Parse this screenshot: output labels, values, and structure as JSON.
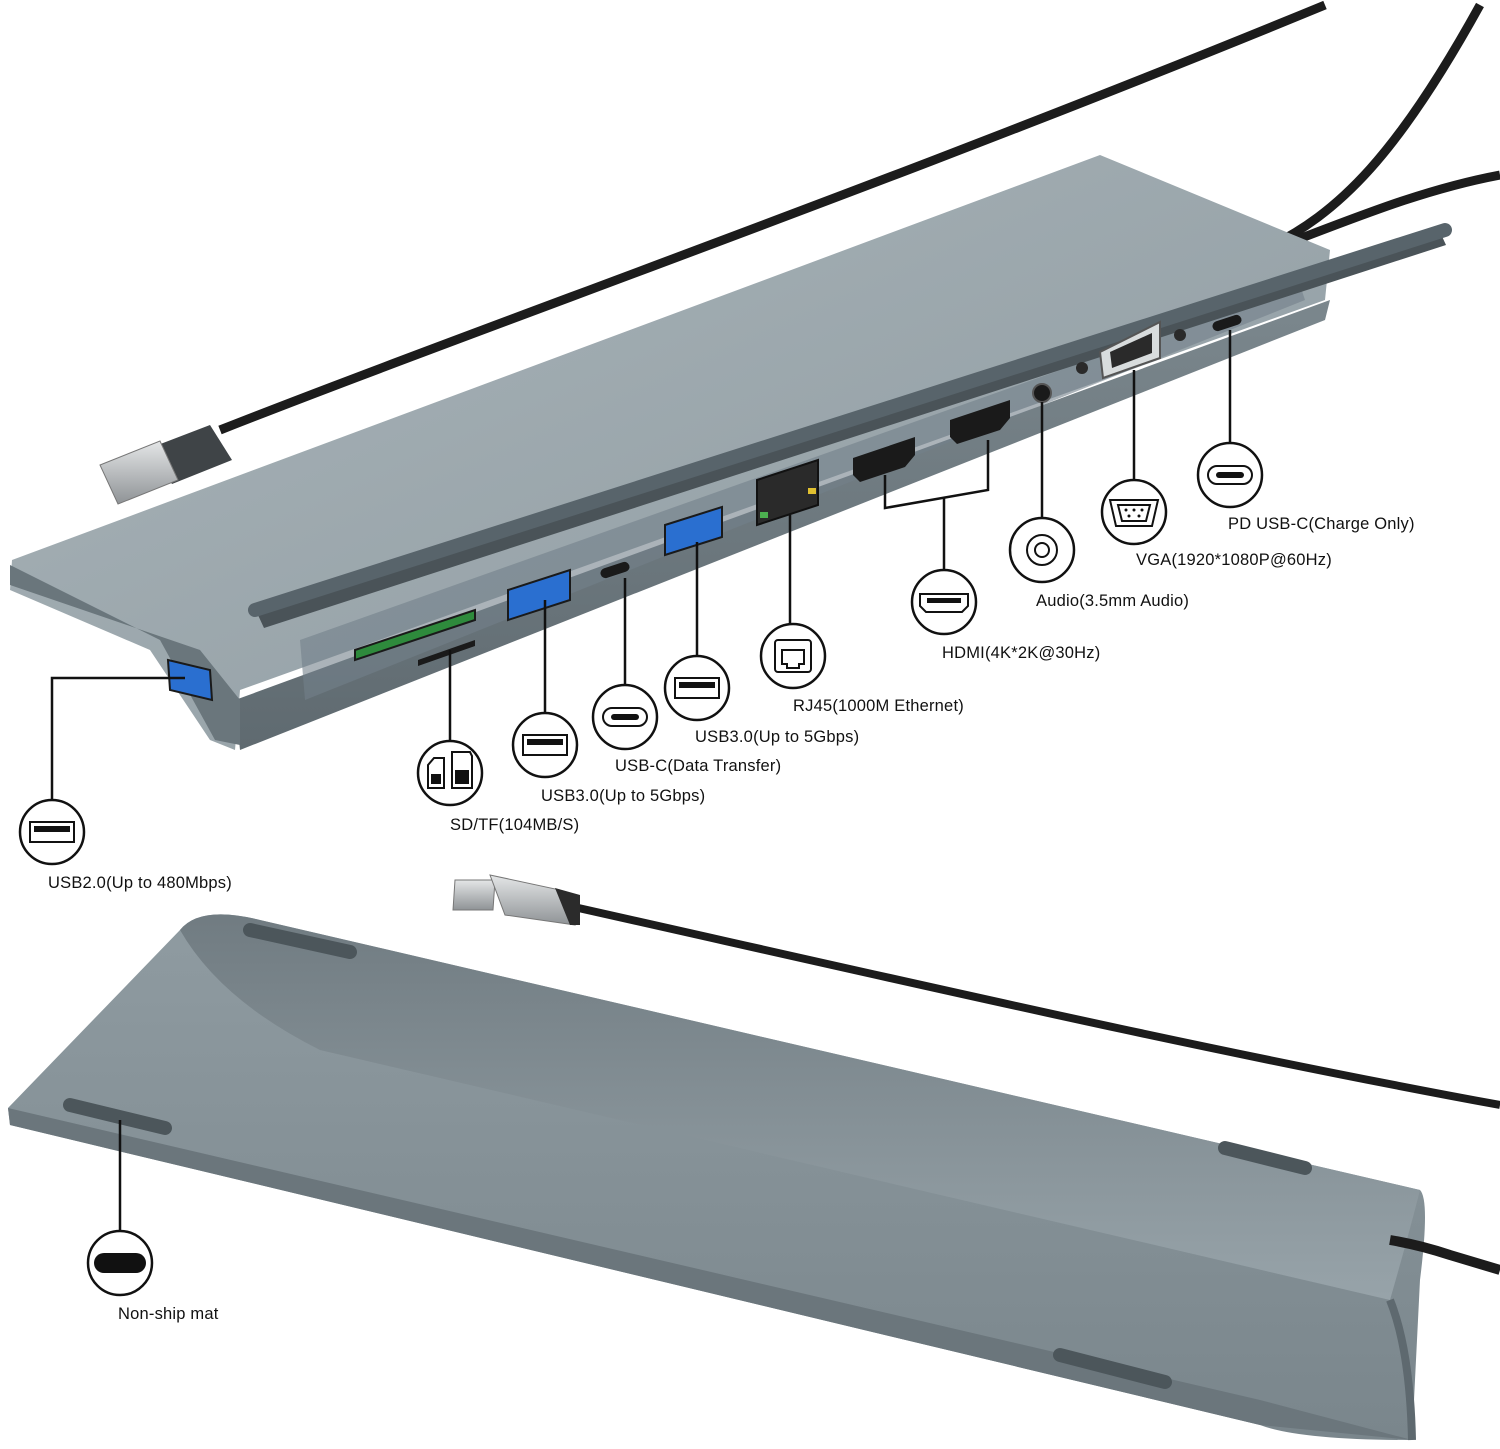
{
  "colors": {
    "body": "#8a979d",
    "body_dark": "#5b666c",
    "cable": "#1c1c1c",
    "usb3_blue": "#2a6fd0",
    "sd_green": "#2e8a3c",
    "background": "#ffffff"
  },
  "labels": {
    "usb2": "USB2.0(Up to 480Mbps)",
    "sd": "SD/TF(104MB/S)",
    "usb3_a": "USB3.0(Up to 5Gbps)",
    "usbc_data": "USB-C(Data Transfer)",
    "usb3_b": "USB3.0(Up to 5Gbps)",
    "rj45": "RJ45(1000M Ethernet)",
    "hdmi": "HDMI(4K*2K@30Hz)",
    "audio": "Audio(3.5mm Audio)",
    "vga": "VGA(1920*1080P@60Hz)",
    "pd": "PD USB-C(Charge Only)",
    "mat": "Non-ship mat"
  },
  "icons": {
    "usb2": "usb-a-icon",
    "sd": "sd-card-icon",
    "usb3_a": "usb-a-icon",
    "usbc_data": "usb-c-icon",
    "usb3_b": "usb-a-icon",
    "rj45": "ethernet-icon",
    "hdmi": "hdmi-icon",
    "audio": "audio-jack-icon",
    "vga": "vga-icon",
    "pd": "usb-c-icon",
    "mat": "mat-icon"
  }
}
